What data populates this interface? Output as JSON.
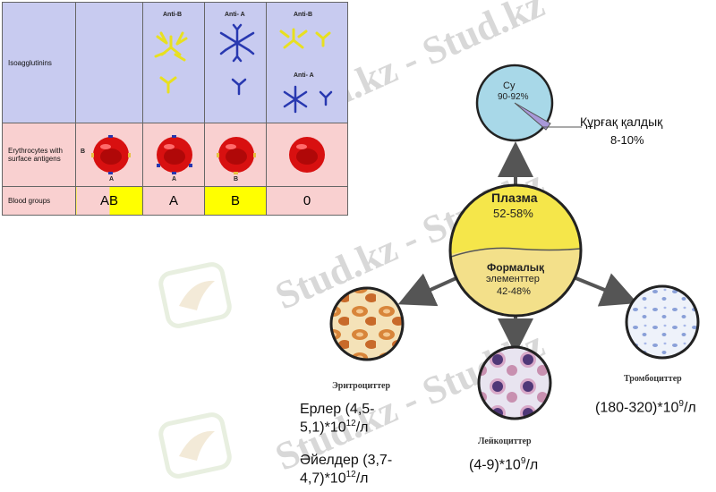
{
  "watermark": "Stud.kz - Stud.kz",
  "table": {
    "row_labels": {
      "isoagglutinins": "Isoagglutinins",
      "erythrocytes": "Erythrocytes with surface antigens",
      "blood_groups": "Blood groups"
    },
    "antibody_labels": {
      "col_a_anti_b": "Anti-B",
      "col_b_anti_a": "Anti- A",
      "col_0_anti_b": "Anti-B",
      "col_0_anti_a": "Anti- A"
    },
    "antigen_marks": {
      "ab_b": "B",
      "ab_a": "A",
      "a_a": "A",
      "b_b": "B"
    },
    "groups": [
      "AB",
      "A",
      "B",
      "0"
    ],
    "colors": {
      "iso_row": "#c8cbf0",
      "pink_row": "#f9d0d0",
      "yellow_highlight": "#ffff00",
      "anti_b": "#e8e020",
      "anti_a": "#2838b0",
      "erythrocyte": "#d81010"
    }
  },
  "diagram": {
    "water_label": "Су",
    "water_pct": "90-92%",
    "dry_label": "Құрғақ қалдық",
    "dry_pct": "8-10%",
    "plasma_label": "Плазма",
    "plasma_pct": "52-58%",
    "formed_label_1": "Формалық",
    "formed_label_2": "элементтер",
    "formed_pct": "42-48%",
    "erythro_label": "Эритроциттер",
    "leuko_label": "Лейкоциттер",
    "thrombo_label": "Тромбоциттер",
    "men_count": {
      "prefix": "Ерлер (4,5-",
      "line2": "5,1)*10",
      "exp": "12",
      "unit": "/л"
    },
    "women_count": {
      "prefix": "Әйелдер (3,7-",
      "line2": "4,7)*10",
      "exp": "12",
      "unit": "/л"
    },
    "leuko_count": {
      "base": "(4-9)*10",
      "exp": "9",
      "unit": "/л"
    },
    "thrombo_count": {
      "base": "(180-320)*10",
      "exp": "9",
      "unit": "/л"
    },
    "colors": {
      "water": "#a8d8e8",
      "plasma": "#f5e64a",
      "formed": "#f3e08a",
      "dry": "#a898d8",
      "arrow": "#555555"
    }
  }
}
